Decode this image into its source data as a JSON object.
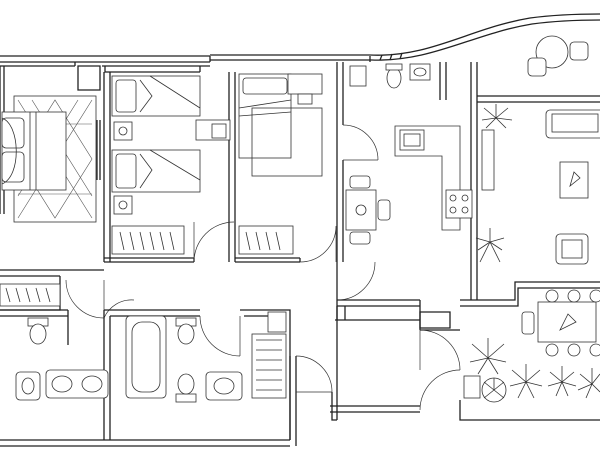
{
  "plan": {
    "rooms": [
      "master-bedroom",
      "twin-bedroom",
      "single-bedroom",
      "kitchen-dining",
      "living-room",
      "bathroom-left",
      "bathroom-middle",
      "laundry",
      "terrace"
    ],
    "icons": [
      "bed-icon",
      "sofa-icon",
      "table-icon",
      "plant-icon",
      "toilet-icon",
      "sink-icon",
      "bathtub-icon",
      "stove-icon",
      "chair-icon"
    ]
  }
}
